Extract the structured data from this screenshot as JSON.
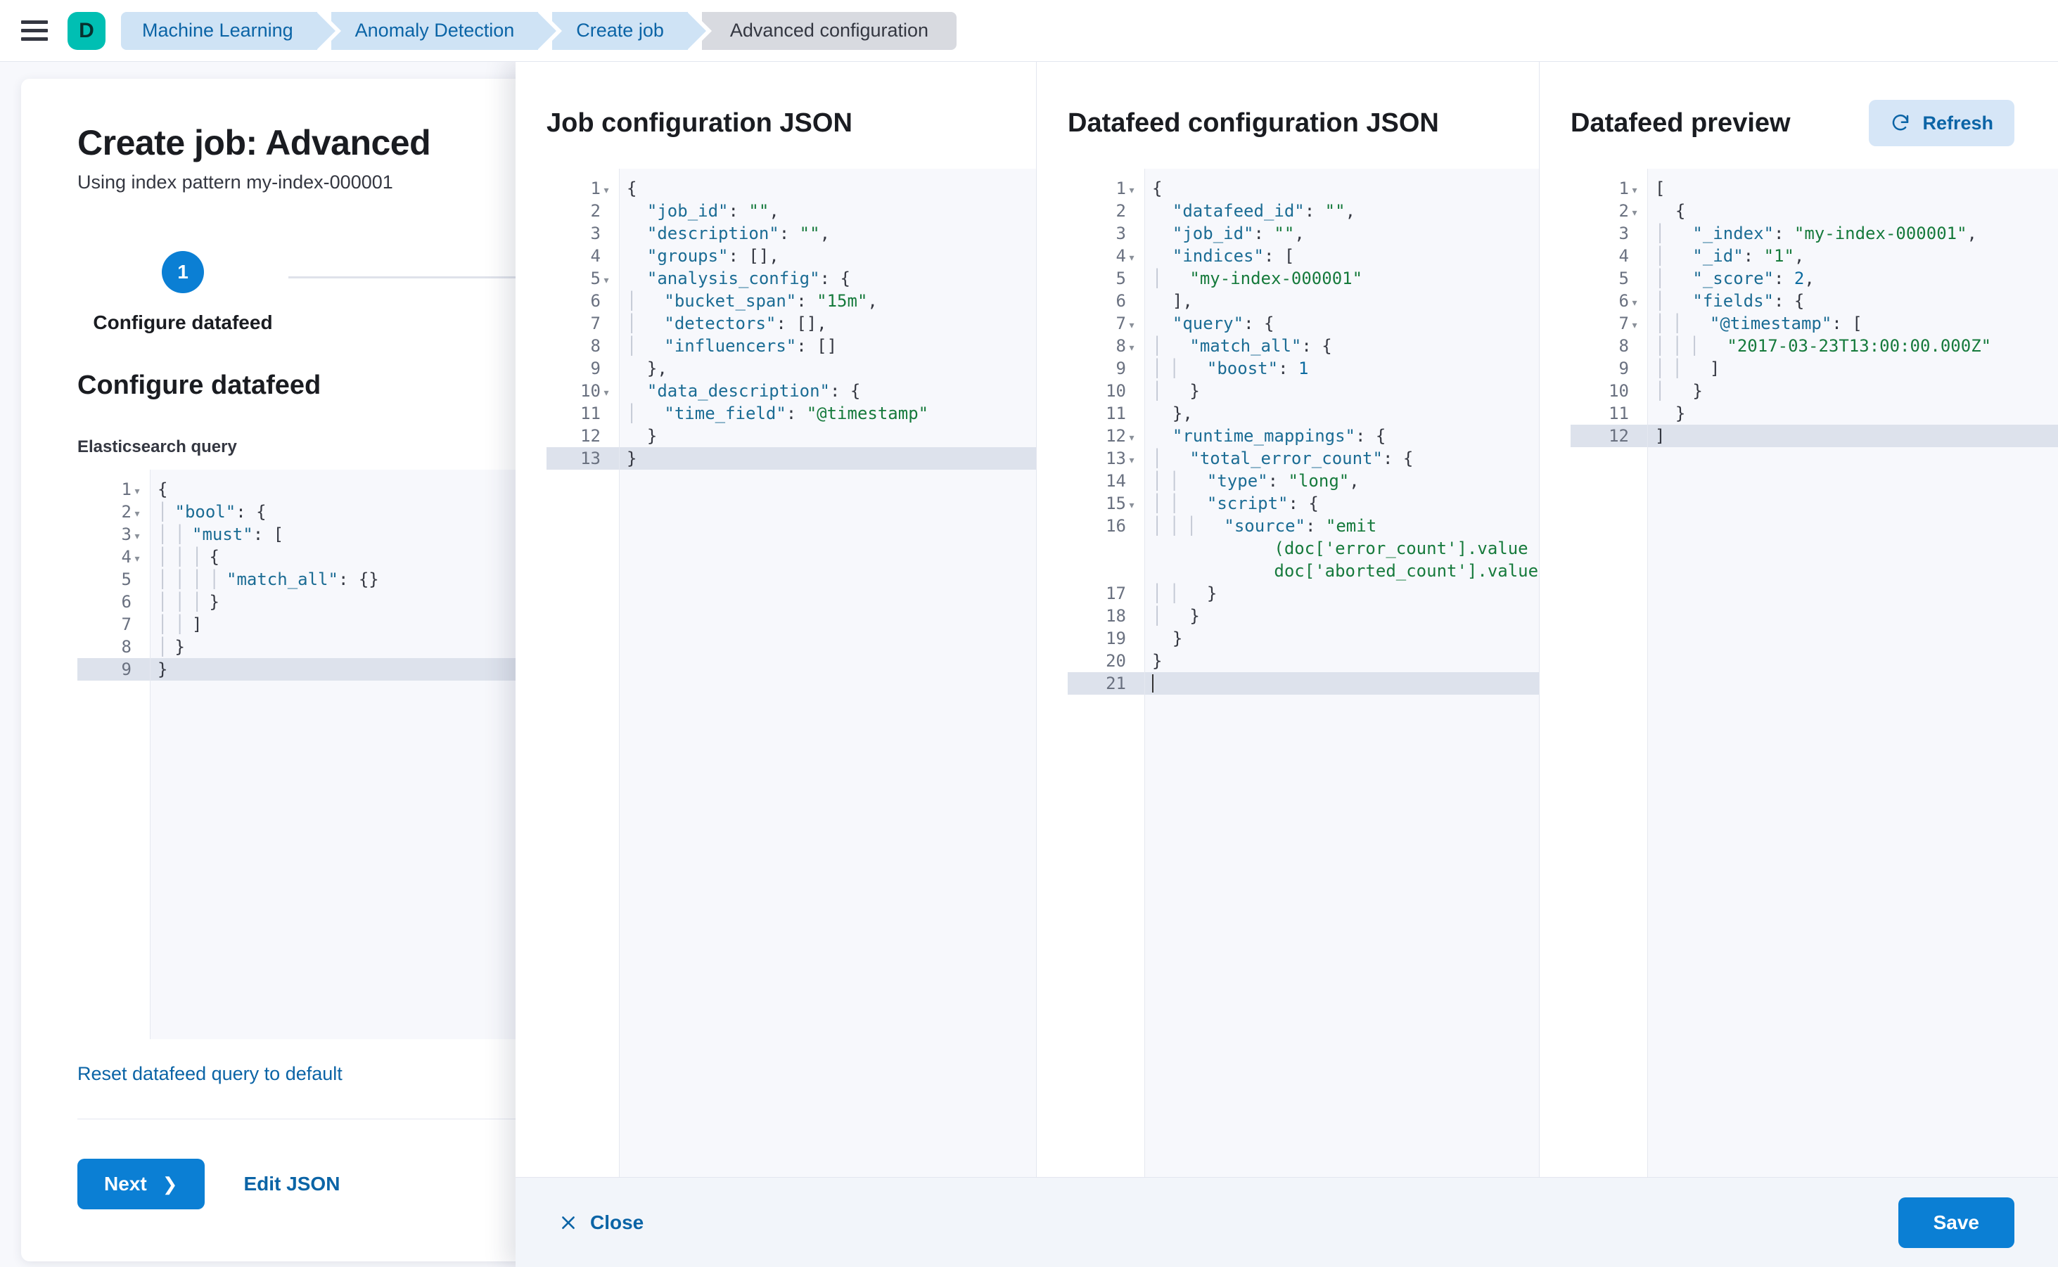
{
  "topbar": {
    "menu_icon": "hamburger-menu-icon",
    "logo_letter": "D",
    "breadcrumbs": [
      {
        "label": "Machine Learning",
        "current": false
      },
      {
        "label": "Anomaly Detection",
        "current": false
      },
      {
        "label": "Create job",
        "current": false
      },
      {
        "label": "Advanced configuration",
        "current": true
      }
    ]
  },
  "page": {
    "title": "Create job: Advanced",
    "subtitle": "Using index pattern my-index-000001",
    "step": {
      "number": "1",
      "label": "Configure datafeed"
    },
    "section_title": "Configure datafeed",
    "query_label": "Elasticsearch query",
    "reset_link": "Reset datafeed query to default",
    "next_button": "Next",
    "next_chevron": "chevron-right-icon",
    "edit_json_button": "Edit JSON"
  },
  "elasticsearch_query": {
    "active_line": 9,
    "lines": [
      {
        "n": 1,
        "fold": true,
        "tokens": [
          {
            "t": "p",
            "v": "{"
          }
        ]
      },
      {
        "n": 2,
        "fold": true,
        "tokens": [
          {
            "t": "g",
            "v": 1
          },
          {
            "t": "k",
            "v": "\"bool\""
          },
          {
            "t": "p",
            "v": ": {"
          }
        ]
      },
      {
        "n": 3,
        "fold": true,
        "tokens": [
          {
            "t": "g",
            "v": 2
          },
          {
            "t": "k",
            "v": "\"must\""
          },
          {
            "t": "p",
            "v": ": ["
          }
        ]
      },
      {
        "n": 4,
        "fold": true,
        "tokens": [
          {
            "t": "g",
            "v": 3
          },
          {
            "t": "p",
            "v": "{"
          }
        ]
      },
      {
        "n": 5,
        "fold": false,
        "tokens": [
          {
            "t": "g",
            "v": 4
          },
          {
            "t": "k",
            "v": "\"match_all\""
          },
          {
            "t": "p",
            "v": ": {}"
          }
        ]
      },
      {
        "n": 6,
        "fold": false,
        "tokens": [
          {
            "t": "g",
            "v": 3
          },
          {
            "t": "p",
            "v": "}"
          }
        ]
      },
      {
        "n": 7,
        "fold": false,
        "tokens": [
          {
            "t": "g",
            "v": 2
          },
          {
            "t": "p",
            "v": "]"
          }
        ]
      },
      {
        "n": 8,
        "fold": false,
        "tokens": [
          {
            "t": "g",
            "v": 1
          },
          {
            "t": "p",
            "v": "}"
          }
        ]
      },
      {
        "n": 9,
        "fold": false,
        "tokens": [
          {
            "t": "p",
            "v": "}"
          }
        ]
      }
    ]
  },
  "flyout": {
    "columns": [
      {
        "title": "Job configuration JSON",
        "has_refresh": false
      },
      {
        "title": "Datafeed configuration JSON",
        "has_refresh": false
      },
      {
        "title": "Datafeed preview",
        "has_refresh": true,
        "refresh_label": "Refresh",
        "refresh_icon": "refresh-icon"
      }
    ],
    "footer": {
      "close_label": "Close",
      "close_icon": "close-x-icon",
      "save_label": "Save"
    }
  },
  "job_config_json": {
    "active_line": 13,
    "lines": [
      {
        "n": 1,
        "fold": true,
        "tokens": [
          {
            "t": "p",
            "v": "{"
          }
        ]
      },
      {
        "n": 2,
        "fold": false,
        "tokens": [
          {
            "t": "sp",
            "v": 2
          },
          {
            "t": "k",
            "v": "\"job_id\""
          },
          {
            "t": "p",
            "v": ": "
          },
          {
            "t": "s",
            "v": "\"\""
          },
          {
            "t": "p",
            "v": ","
          }
        ]
      },
      {
        "n": 3,
        "fold": false,
        "tokens": [
          {
            "t": "sp",
            "v": 2
          },
          {
            "t": "k",
            "v": "\"description\""
          },
          {
            "t": "p",
            "v": ": "
          },
          {
            "t": "s",
            "v": "\"\""
          },
          {
            "t": "p",
            "v": ","
          }
        ]
      },
      {
        "n": 4,
        "fold": false,
        "tokens": [
          {
            "t": "sp",
            "v": 2
          },
          {
            "t": "k",
            "v": "\"groups\""
          },
          {
            "t": "p",
            "v": ": [],"
          }
        ]
      },
      {
        "n": 5,
        "fold": true,
        "tokens": [
          {
            "t": "sp",
            "v": 2
          },
          {
            "t": "k",
            "v": "\"analysis_config\""
          },
          {
            "t": "p",
            "v": ": {"
          }
        ]
      },
      {
        "n": 6,
        "fold": false,
        "tokens": [
          {
            "t": "g",
            "v": 1
          },
          {
            "t": "sp",
            "v": 2
          },
          {
            "t": "k",
            "v": "\"bucket_span\""
          },
          {
            "t": "p",
            "v": ": "
          },
          {
            "t": "s",
            "v": "\"15m\""
          },
          {
            "t": "p",
            "v": ","
          }
        ]
      },
      {
        "n": 7,
        "fold": false,
        "tokens": [
          {
            "t": "g",
            "v": 1
          },
          {
            "t": "sp",
            "v": 2
          },
          {
            "t": "k",
            "v": "\"detectors\""
          },
          {
            "t": "p",
            "v": ": [],"
          }
        ]
      },
      {
        "n": 8,
        "fold": false,
        "tokens": [
          {
            "t": "g",
            "v": 1
          },
          {
            "t": "sp",
            "v": 2
          },
          {
            "t": "k",
            "v": "\"influencers\""
          },
          {
            "t": "p",
            "v": ": []"
          }
        ]
      },
      {
        "n": 9,
        "fold": false,
        "tokens": [
          {
            "t": "sp",
            "v": 2
          },
          {
            "t": "p",
            "v": "},"
          }
        ]
      },
      {
        "n": 10,
        "fold": true,
        "tokens": [
          {
            "t": "sp",
            "v": 2
          },
          {
            "t": "k",
            "v": "\"data_description\""
          },
          {
            "t": "p",
            "v": ": {"
          }
        ]
      },
      {
        "n": 11,
        "fold": false,
        "tokens": [
          {
            "t": "g",
            "v": 1
          },
          {
            "t": "sp",
            "v": 2
          },
          {
            "t": "k",
            "v": "\"time_field\""
          },
          {
            "t": "p",
            "v": ": "
          },
          {
            "t": "s",
            "v": "\"@timestamp\""
          }
        ]
      },
      {
        "n": 12,
        "fold": false,
        "tokens": [
          {
            "t": "sp",
            "v": 2
          },
          {
            "t": "p",
            "v": "}"
          }
        ]
      },
      {
        "n": 13,
        "fold": false,
        "tokens": [
          {
            "t": "p",
            "v": "}"
          }
        ]
      }
    ]
  },
  "datafeed_config_json": {
    "active_line": 21,
    "lines": [
      {
        "n": 1,
        "fold": true,
        "tokens": [
          {
            "t": "p",
            "v": "{"
          }
        ]
      },
      {
        "n": 2,
        "fold": false,
        "tokens": [
          {
            "t": "sp",
            "v": 2
          },
          {
            "t": "k",
            "v": "\"datafeed_id\""
          },
          {
            "t": "p",
            "v": ": "
          },
          {
            "t": "s",
            "v": "\"\""
          },
          {
            "t": "p",
            "v": ","
          }
        ]
      },
      {
        "n": 3,
        "fold": false,
        "tokens": [
          {
            "t": "sp",
            "v": 2
          },
          {
            "t": "k",
            "v": "\"job_id\""
          },
          {
            "t": "p",
            "v": ": "
          },
          {
            "t": "s",
            "v": "\"\""
          },
          {
            "t": "p",
            "v": ","
          }
        ]
      },
      {
        "n": 4,
        "fold": true,
        "tokens": [
          {
            "t": "sp",
            "v": 2
          },
          {
            "t": "k",
            "v": "\"indices\""
          },
          {
            "t": "p",
            "v": ": ["
          }
        ]
      },
      {
        "n": 5,
        "fold": false,
        "tokens": [
          {
            "t": "g",
            "v": 1
          },
          {
            "t": "sp",
            "v": 2
          },
          {
            "t": "s",
            "v": "\"my-index-000001\""
          }
        ]
      },
      {
        "n": 6,
        "fold": false,
        "tokens": [
          {
            "t": "sp",
            "v": 2
          },
          {
            "t": "p",
            "v": "],"
          }
        ]
      },
      {
        "n": 7,
        "fold": true,
        "tokens": [
          {
            "t": "sp",
            "v": 2
          },
          {
            "t": "k",
            "v": "\"query\""
          },
          {
            "t": "p",
            "v": ": {"
          }
        ]
      },
      {
        "n": 8,
        "fold": true,
        "tokens": [
          {
            "t": "g",
            "v": 1
          },
          {
            "t": "sp",
            "v": 2
          },
          {
            "t": "k",
            "v": "\"match_all\""
          },
          {
            "t": "p",
            "v": ": {"
          }
        ]
      },
      {
        "n": 9,
        "fold": false,
        "tokens": [
          {
            "t": "g",
            "v": 2
          },
          {
            "t": "sp",
            "v": 2
          },
          {
            "t": "k",
            "v": "\"boost\""
          },
          {
            "t": "p",
            "v": ": "
          },
          {
            "t": "n",
            "v": "1"
          }
        ]
      },
      {
        "n": 10,
        "fold": false,
        "tokens": [
          {
            "t": "g",
            "v": 1
          },
          {
            "t": "sp",
            "v": 2
          },
          {
            "t": "p",
            "v": "}"
          }
        ]
      },
      {
        "n": 11,
        "fold": false,
        "tokens": [
          {
            "t": "sp",
            "v": 2
          },
          {
            "t": "p",
            "v": "},"
          }
        ]
      },
      {
        "n": 12,
        "fold": true,
        "tokens": [
          {
            "t": "sp",
            "v": 2
          },
          {
            "t": "k",
            "v": "\"runtime_mappings\""
          },
          {
            "t": "p",
            "v": ": {"
          }
        ]
      },
      {
        "n": 13,
        "fold": true,
        "tokens": [
          {
            "t": "g",
            "v": 1
          },
          {
            "t": "sp",
            "v": 2
          },
          {
            "t": "k",
            "v": "\"total_error_count\""
          },
          {
            "t": "p",
            "v": ": {"
          }
        ]
      },
      {
        "n": 14,
        "fold": false,
        "tokens": [
          {
            "t": "g",
            "v": 2
          },
          {
            "t": "sp",
            "v": 2
          },
          {
            "t": "k",
            "v": "\"type\""
          },
          {
            "t": "p",
            "v": ": "
          },
          {
            "t": "s",
            "v": "\"long\""
          },
          {
            "t": "p",
            "v": ","
          }
        ]
      },
      {
        "n": 15,
        "fold": true,
        "tokens": [
          {
            "t": "g",
            "v": 2
          },
          {
            "t": "sp",
            "v": 2
          },
          {
            "t": "k",
            "v": "\"script\""
          },
          {
            "t": "p",
            "v": ": {"
          }
        ]
      },
      {
        "n": 16,
        "fold": false,
        "tokens": [
          {
            "t": "g",
            "v": 3
          },
          {
            "t": "sp",
            "v": 2
          },
          {
            "t": "k",
            "v": "\"source\""
          },
          {
            "t": "p",
            "v": ": "
          },
          {
            "t": "s",
            "v": "\"emit"
          }
        ],
        "wrapped": [
          [
            {
              "t": "sp",
              "v": 12
            },
            {
              "t": "s",
              "v": "(doc['error_count'].value +"
            }
          ],
          [
            {
              "t": "sp",
              "v": 12
            },
            {
              "t": "s",
              "v": "doc['aborted_count'].value)\""
            }
          ]
        ]
      },
      {
        "n": 17,
        "fold": false,
        "tokens": [
          {
            "t": "g",
            "v": 2
          },
          {
            "t": "sp",
            "v": 2
          },
          {
            "t": "p",
            "v": "}"
          }
        ]
      },
      {
        "n": 18,
        "fold": false,
        "tokens": [
          {
            "t": "g",
            "v": 1
          },
          {
            "t": "sp",
            "v": 2
          },
          {
            "t": "p",
            "v": "}"
          }
        ]
      },
      {
        "n": 19,
        "fold": false,
        "tokens": [
          {
            "t": "sp",
            "v": 2
          },
          {
            "t": "p",
            "v": "}"
          }
        ]
      },
      {
        "n": 20,
        "fold": false,
        "tokens": [
          {
            "t": "p",
            "v": "}"
          }
        ]
      },
      {
        "n": 21,
        "fold": false,
        "tokens": [
          {
            "t": "caret",
            "v": ""
          }
        ]
      }
    ]
  },
  "datafeed_preview_json": {
    "active_line": 12,
    "lines": [
      {
        "n": 1,
        "fold": true,
        "tokens": [
          {
            "t": "p",
            "v": "["
          }
        ]
      },
      {
        "n": 2,
        "fold": true,
        "tokens": [
          {
            "t": "sp",
            "v": 2
          },
          {
            "t": "p",
            "v": "{"
          }
        ]
      },
      {
        "n": 3,
        "fold": false,
        "tokens": [
          {
            "t": "g",
            "v": 1
          },
          {
            "t": "sp",
            "v": 2
          },
          {
            "t": "k",
            "v": "\"_index\""
          },
          {
            "t": "p",
            "v": ": "
          },
          {
            "t": "s",
            "v": "\"my-index-000001\""
          },
          {
            "t": "p",
            "v": ","
          }
        ]
      },
      {
        "n": 4,
        "fold": false,
        "tokens": [
          {
            "t": "g",
            "v": 1
          },
          {
            "t": "sp",
            "v": 2
          },
          {
            "t": "k",
            "v": "\"_id\""
          },
          {
            "t": "p",
            "v": ": "
          },
          {
            "t": "s",
            "v": "\"1\""
          },
          {
            "t": "p",
            "v": ","
          }
        ]
      },
      {
        "n": 5,
        "fold": false,
        "tokens": [
          {
            "t": "g",
            "v": 1
          },
          {
            "t": "sp",
            "v": 2
          },
          {
            "t": "k",
            "v": "\"_score\""
          },
          {
            "t": "p",
            "v": ": "
          },
          {
            "t": "n",
            "v": "2"
          },
          {
            "t": "p",
            "v": ","
          }
        ]
      },
      {
        "n": 6,
        "fold": true,
        "tokens": [
          {
            "t": "g",
            "v": 1
          },
          {
            "t": "sp",
            "v": 2
          },
          {
            "t": "k",
            "v": "\"fields\""
          },
          {
            "t": "p",
            "v": ": {"
          }
        ]
      },
      {
        "n": 7,
        "fold": true,
        "tokens": [
          {
            "t": "g",
            "v": 2
          },
          {
            "t": "sp",
            "v": 2
          },
          {
            "t": "k",
            "v": "\"@timestamp\""
          },
          {
            "t": "p",
            "v": ": ["
          }
        ]
      },
      {
        "n": 8,
        "fold": false,
        "tokens": [
          {
            "t": "g",
            "v": 3
          },
          {
            "t": "sp",
            "v": 2
          },
          {
            "t": "s",
            "v": "\"2017-03-23T13:00:00.000Z\""
          }
        ]
      },
      {
        "n": 9,
        "fold": false,
        "tokens": [
          {
            "t": "g",
            "v": 2
          },
          {
            "t": "sp",
            "v": 2
          },
          {
            "t": "p",
            "v": "]"
          }
        ]
      },
      {
        "n": 10,
        "fold": false,
        "tokens": [
          {
            "t": "g",
            "v": 1
          },
          {
            "t": "sp",
            "v": 2
          },
          {
            "t": "p",
            "v": "}"
          }
        ]
      },
      {
        "n": 11,
        "fold": false,
        "tokens": [
          {
            "t": "sp",
            "v": 2
          },
          {
            "t": "p",
            "v": "}"
          }
        ]
      },
      {
        "n": 12,
        "fold": false,
        "tokens": [
          {
            "t": "p",
            "v": "]"
          }
        ]
      }
    ]
  },
  "colors": {
    "accent_blue": "#0b7fd4",
    "link_blue": "#0b64a6",
    "brand_teal": "#00bfb3",
    "breadcrumb_blue": "#cfe3f5",
    "breadcrumb_grey": "#d8dae0",
    "editor_bg": "#f7f8fc",
    "active_line": "#dde2ec",
    "json_key": "#1b6c94",
    "json_string": "#167a3c"
  }
}
